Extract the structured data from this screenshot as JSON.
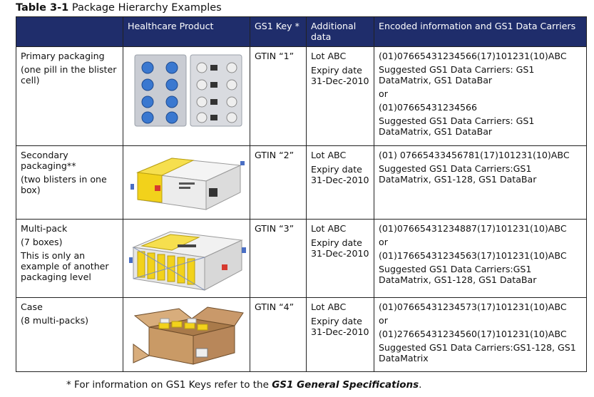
{
  "caption": {
    "label": "Table 3-1",
    "text": " Package Hierarchy Examples"
  },
  "headers": [
    "",
    "Healthcare Product",
    "GS1 Key *",
    "Additional data",
    "Encoded information and GS1 Data Carriers"
  ],
  "rows": [
    {
      "level": [
        "Primary packaging",
        "(one pill in the blister cell)"
      ],
      "image": "blister-pack-image",
      "key": "GTIN “1”",
      "lot": "Lot ABC",
      "expiry": "Expiry date 31-Dec-2010",
      "encoded": [
        "(01)07665431234566(17)101231(10)ABC",
        "Suggested GS1 Data Carriers: GS1 DataMatrix, GS1 DataBar",
        "or",
        "(01)07665431234566",
        "Suggested GS1 Data Carriers: GS1 DataMatrix, GS1 DataBar"
      ]
    },
    {
      "level": [
        "Secondary packaging**",
        "(two blisters in one box)"
      ],
      "image": "box-image",
      "key": "GTIN “2”",
      "lot": "Lot ABC",
      "expiry": "Expiry date 31-Dec-2010",
      "encoded": [
        "(01) 07665433456781(17)101231(10)ABC",
        "Suggested GS1 Data Carriers:GS1 DataMatrix, GS1-128, GS1 DataBar"
      ]
    },
    {
      "level": [
        "Multi-pack",
        "(7 boxes)",
        "This is only an example of another packaging level"
      ],
      "image": "multipack-image",
      "key": "GTIN “3”",
      "lot": "Lot ABC",
      "expiry": "Expiry date 31-Dec-2010",
      "encoded": [
        "(01)07665431234887(17)101231(10)ABC",
        "or",
        "(01)17665431234563(17)101231(10)ABC",
        "Suggested GS1 Data Carriers:GS1 DataMatrix, GS1-128, GS1 DataBar"
      ]
    },
    {
      "level": [
        "Case",
        "(8 multi-packs)"
      ],
      "image": "case-image",
      "key": "GTIN “4”",
      "lot": "Lot ABC",
      "expiry": "Expiry date 31-Dec-2010",
      "encoded": [
        "(01)07665431234573(17)101231(10)ABC",
        "or",
        "(01)27665431234560(17)101231(10)ABC",
        "Suggested GS1 Data Carriers:GS1-128, GS1 DataMatrix"
      ]
    }
  ],
  "footnote": {
    "prefix": "* For information on GS1 Keys refer to the ",
    "emph": "GS1 General Specifications",
    "suffix": "."
  },
  "colors": {
    "header_bg": "#1f2d6b",
    "header_text": "#ffffff",
    "box_yellow": "#f2d21b",
    "box_blue": "#4a6fc4"
  }
}
